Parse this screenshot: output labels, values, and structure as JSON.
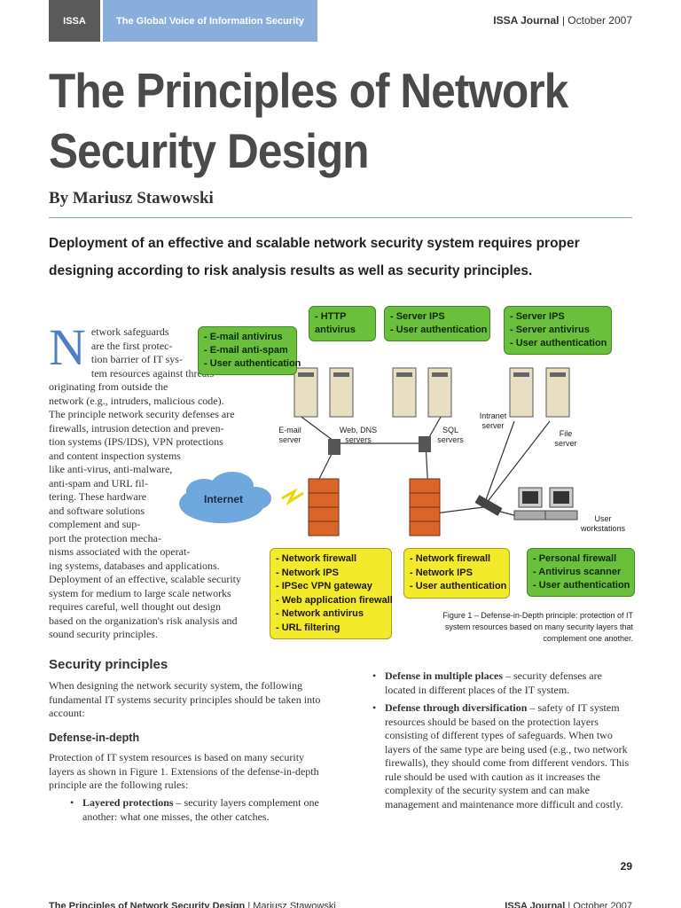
{
  "header": {
    "issa_tab": "ISSA",
    "voice_tab": "The Global Voice of Information Security",
    "journal": "ISSA Journal",
    "issue": "October 2007"
  },
  "article": {
    "title_line1": "The Principles of Network",
    "title_line2": "Security Design",
    "byline": "By Mariusz Stawowski",
    "lead": "Deployment of an effective and scalable network security system requires proper designing according to risk analysis results as well as security principles."
  },
  "intro": {
    "dropcap": "N",
    "lines": [
      "etwork safeguards",
      "are the first protec-",
      "tion barrier of IT sys-",
      "tem resources against threats",
      "originating from outside the",
      "network (e.g., intruders, malicious code).",
      "The principle network security defenses are",
      "firewalls, intrusion detection and preven-",
      "tion systems (IPS/IDS), VPN protections",
      "and content inspection systems",
      "like anti-virus, anti-malware,",
      "anti-spam and URL fil-",
      "tering. These hardware",
      "and software solutions",
      "complement and sup-",
      "port the protection mecha-",
      "nisms associated with the operat-",
      "ing systems, databases and applications.",
      "Deployment of an effective, scalable security",
      "system for medium to large scale networks",
      "requires careful, well thought out design",
      "based on the organization's risk analysis and",
      "sound security principles."
    ]
  },
  "diagram": {
    "email_box": [
      "- E-mail antivirus",
      "- E-mail anti-spam",
      "- User authentication"
    ],
    "http_box": [
      "- HTTP",
      "  antivirus"
    ],
    "server_ips_box": [
      "- Server IPS",
      "- User authentication"
    ],
    "server_av_box": [
      "- Server IPS",
      "- Server antivirus",
      "- User authentication"
    ],
    "fw1_box": [
      "- Network firewall",
      "- Network IPS",
      "- IPSec VPN gateway",
      "- Web application firewall",
      "- Network antivirus",
      "- URL filtering"
    ],
    "fw2_box": [
      "- Network firewall",
      "- Network IPS",
      "- User authentication"
    ],
    "personal_box": [
      "- Personal firewall",
      "- Antivirus scanner",
      "- User authentication"
    ],
    "labels": {
      "email_server": "E-mail\nserver",
      "web_dns": "Web, DNS\nservers",
      "sql": "SQL\nservers",
      "intranet": "Intranet\nserver",
      "file": "File\nserver",
      "internet": "Internet",
      "workstations": "User\nworkstations"
    },
    "caption": "Figure 1 – Defense-in-Depth principle: protection of IT system resources based on many security layers that complement one another.",
    "colors": {
      "green": "#6abf3c",
      "yellow": "#f2ea2a",
      "cloud": "#6fa8dc",
      "firewall": "#d9652b"
    }
  },
  "sections": {
    "security_principles": "Security principles",
    "sp_para": "When designing the network security system, the following fundamental IT systems security principles should be taken into account:",
    "defense_in_depth": "Defense-in-depth",
    "did_para": "Protection of IT system resources is based on many security layers as shown in Figure 1. Extensions of the defense-in-depth principle are the following rules:",
    "bullet1_term": "Layered protections",
    "bullet1_text": " – security layers complement one another: what one misses, the other catches.",
    "bullet2_term": "Defense in multiple places",
    "bullet2_text": " – security defenses are located in different places of the IT system.",
    "bullet3_term": "Defense through diversification",
    "bullet3_text": " – safety of IT system resources should be based on the protection layers consisting of different types of safeguards. When two layers of the same type are being used (e.g., two network firewalls), they should come from different vendors. This rule should be used with caution as it increases the complexity of the security system and can make management and maintenance more difficult and costly."
  },
  "footer": {
    "page_number": "29",
    "left_title": "The Principles of Network Security Design",
    "left_author": "Mariusz Stawowski",
    "right_journal": "ISSA Journal",
    "right_issue": "October 2007"
  }
}
